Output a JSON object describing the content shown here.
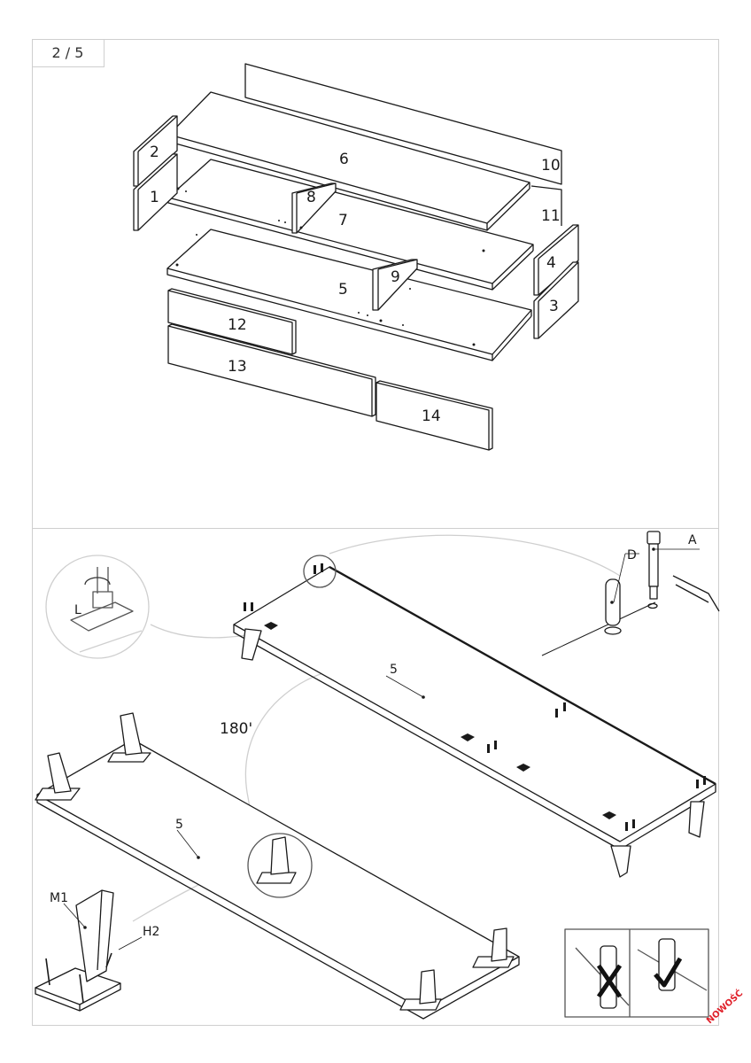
{
  "page": {
    "indicator": "2 / 5"
  },
  "exploded_view": {
    "part_labels": [
      "1",
      "2",
      "3",
      "4",
      "5",
      "6",
      "7",
      "8",
      "9",
      "10",
      "11",
      "12",
      "13",
      "14"
    ]
  },
  "assembly_view": {
    "part_5_label": "5",
    "rotation_label": "180'",
    "hardware_labels": {
      "cam_bolt": "A",
      "dowel": "D",
      "leg": "M1",
      "screw": "H2"
    },
    "detail_direction_label": "L",
    "check_icons": [
      "cross-mark-icon",
      "check-mark-icon"
    ]
  },
  "stamp": {
    "text": "NOWOŚĆ",
    "color": "#e0202a"
  }
}
